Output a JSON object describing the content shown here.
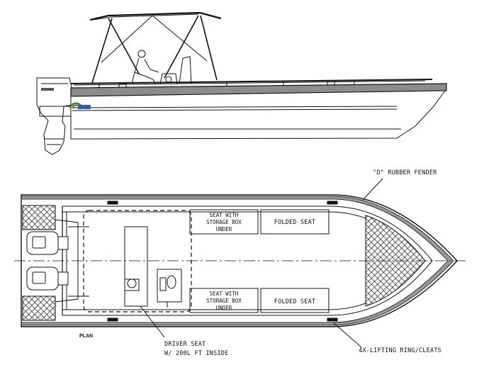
{
  "labels": {
    "rubber_fender": "\"D\" RUBBER FENDER",
    "seat_storage_top": [
      "SEAT WITH",
      "STORAGE BOX",
      "UNDER"
    ],
    "seat_storage_bottom": [
      "SEAT WITH",
      "STORAGE BOX",
      "UNDER"
    ],
    "folded_seat_top": "FOLDED SEAT",
    "folded_seat_bottom": "FOLDED SEAT",
    "plan": "PLAN",
    "driver_seat": [
      "DRIVER SEAT",
      "W/ 200L FT INSIDE"
    ],
    "lifting_ring": "4X-LIFTING RING/CLEATS"
  },
  "colors": {
    "line": "#111111",
    "hull_band": "#8c8c8c",
    "hatch": "#444444"
  }
}
